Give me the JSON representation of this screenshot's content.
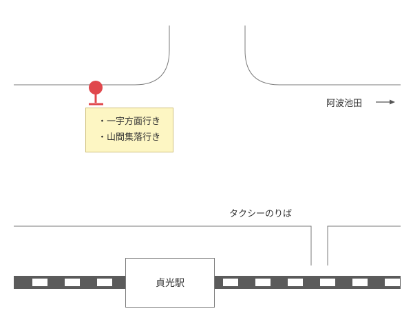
{
  "map": {
    "bus_stop": {
      "destinations": [
        "・一宇方面行き",
        "・山間集落行き"
      ]
    },
    "direction": {
      "label": "阿波池田",
      "arrow": "right-arrow-icon"
    },
    "taxi": {
      "label": "タクシーのりば"
    },
    "station": {
      "name": "貞光駅"
    },
    "colors": {
      "road_line": "#7a7a7a",
      "bus_pin": "#e0474c",
      "sign_fill": "#fdf6c3",
      "sign_border": "#cfc07a",
      "rail": "#5b5b5b",
      "rail_tie": "#ffffff"
    }
  }
}
